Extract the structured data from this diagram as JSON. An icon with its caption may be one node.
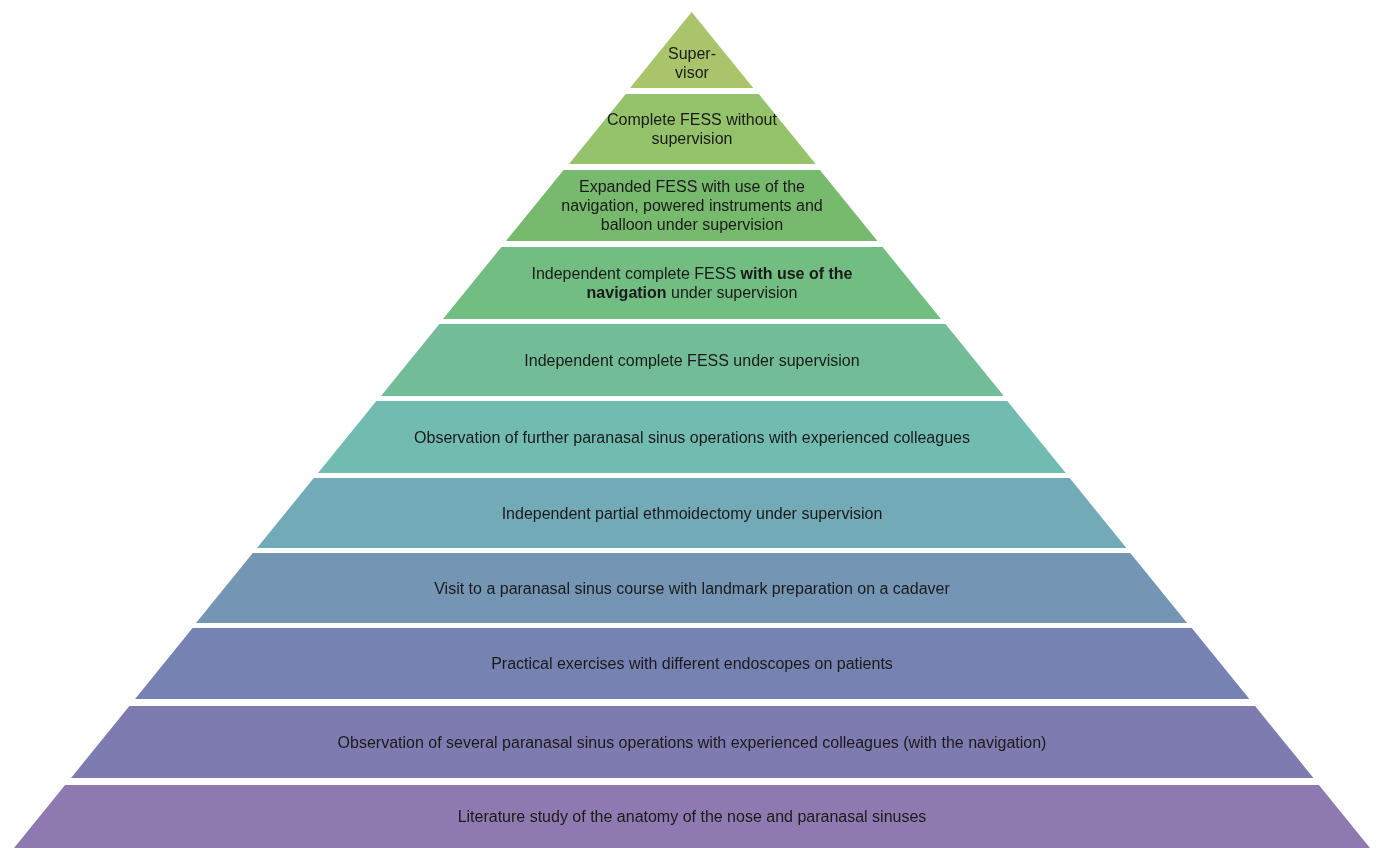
{
  "diagram": {
    "nodes": [
      {
        "text": [
          "Super- visor"
        ]
      },
      {
        "text": [
          "Complete FESS without supervision"
        ]
      },
      {
        "text": [
          "Expanded FESS with use of the navigation, powered instruments and balloon under supervision"
        ]
      },
      {
        "text": [
          "Independent complete FESS **with use of the navigation** under supervision"
        ]
      },
      {
        "text": [
          "Independent complete FESS under supervision"
        ]
      },
      {
        "text": [
          "Observation of further paranasal sinus operations with experienced colleagues"
        ]
      },
      {
        "text": [
          "Independent partial ethmoidectomy under supervision"
        ]
      },
      {
        "text": [
          "Visit to a paranasal sinus course with landmark preparation on a cadaver"
        ]
      },
      {
        "text": [
          "Practical exercises with different endoscopes on patients"
        ]
      },
      {
        "text": [
          "Observation of several paranasal sinus operations with experienced colleagues (with the navigation)"
        ]
      },
      {
        "text": [
          "Literature study of the anatomy of the nose and paranasal sinuses"
        ]
      }
    ]
  }
}
